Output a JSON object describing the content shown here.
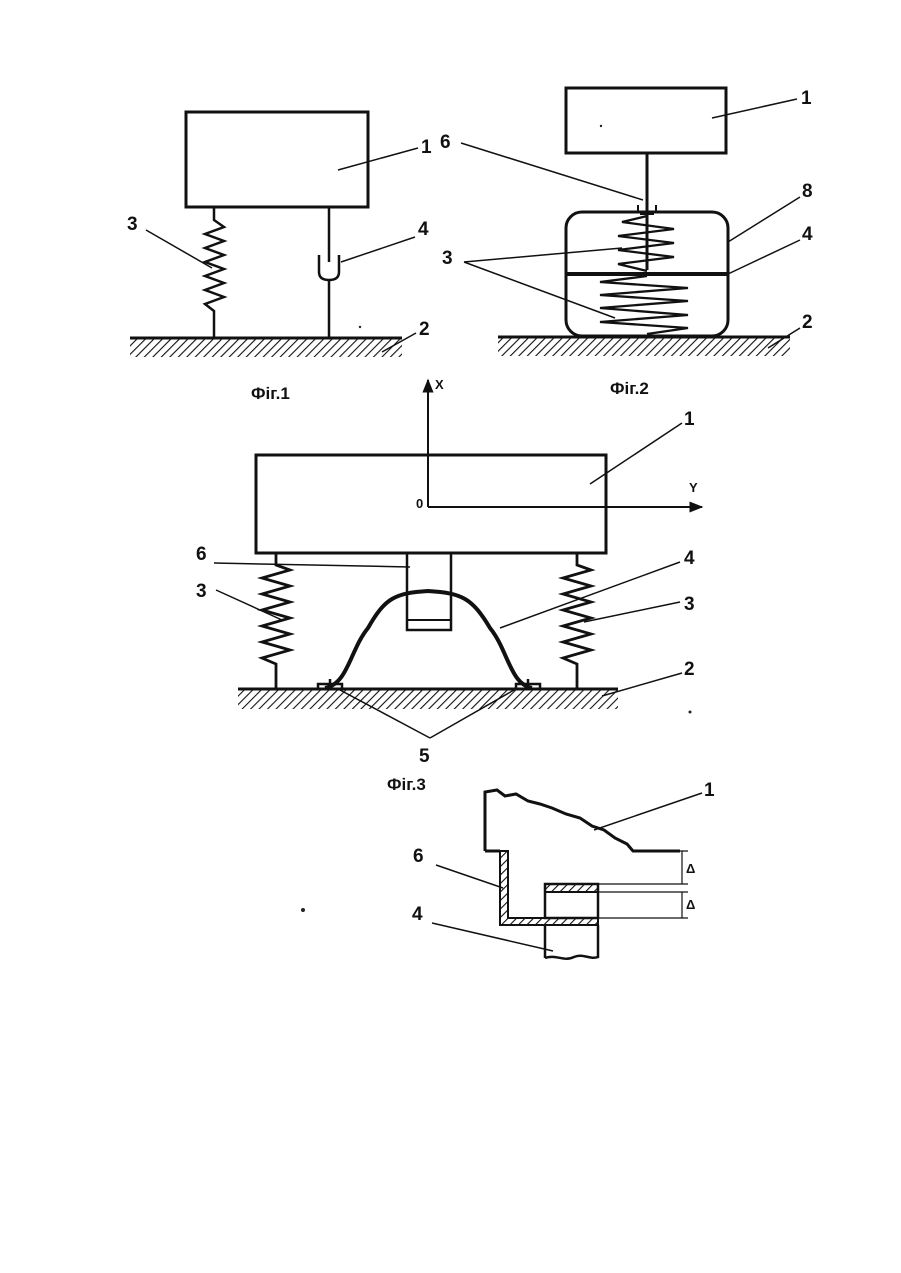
{
  "figures": {
    "fig1": {
      "caption": "Фіг.1",
      "labels": {
        "body": "1",
        "ground": "2",
        "spring": "3",
        "damper": "4"
      }
    },
    "fig2": {
      "caption": "Фіг.2",
      "labels": {
        "body": "1",
        "rod": "6",
        "housing": "8",
        "plate": "4",
        "springs": "3",
        "ground": "2"
      }
    },
    "fig3": {
      "caption": "Фіг.3",
      "labels": {
        "body": "1",
        "stop": "6",
        "spring_left": "3",
        "arch": "4",
        "spring_right": "3",
        "ground": "2",
        "fasteners": "5"
      },
      "axes": {
        "x": "X",
        "y": "Y",
        "origin": "0"
      }
    },
    "fig4": {
      "labels": {
        "body": "1",
        "bracket": "6",
        "element": "4",
        "gap_top": "Δ",
        "gap_bottom": "Δ"
      }
    }
  },
  "colors": {
    "ink": "#111111",
    "paper": "#ffffff"
  }
}
